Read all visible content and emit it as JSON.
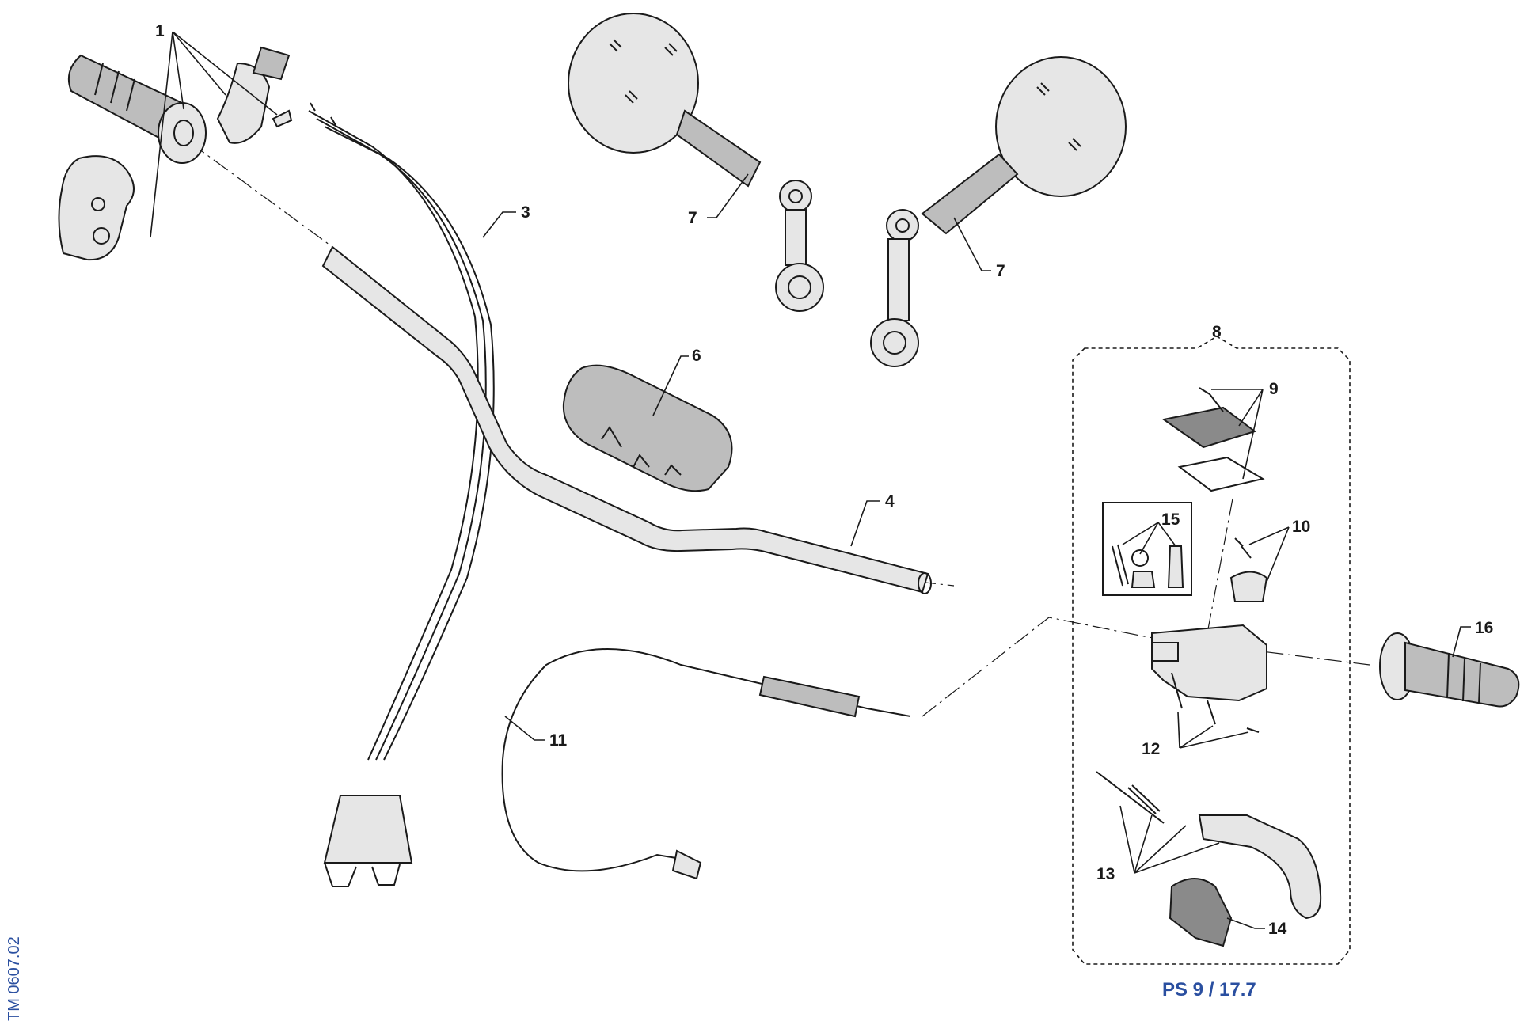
{
  "callouts": {
    "c1": "1",
    "c3": "3",
    "c4": "4",
    "c6": "6",
    "c7a": "7",
    "c7b": "7",
    "c8": "8",
    "c9": "9",
    "c10": "10",
    "c11": "11",
    "c12": "12",
    "c13": "13",
    "c14": "14",
    "c15": "15",
    "c16": "16"
  },
  "reference": "PS 9 / 17.7",
  "drawing_code": "TM 0607.02",
  "colors": {
    "line": "#1a1a1a",
    "part_fill": "#e6e6e6",
    "reference_text": "#2a4fa0"
  }
}
